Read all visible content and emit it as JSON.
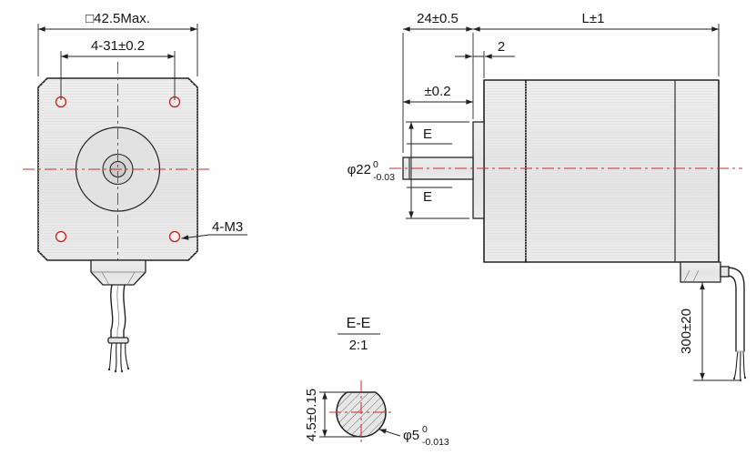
{
  "drawing": {
    "front_view": {
      "outer_square_dim": "□42.5Max.",
      "mounting_hole_spacing_dim": "4-31±0.2",
      "mounting_thread_label": "4-M3"
    },
    "side_view": {
      "shaft_length_dim": "24±0.5",
      "body_length_dim": "L±1",
      "pilot_step_dim": "2",
      "shaft_length_tolerance_dim": "±0.2",
      "section_mark_top": "E",
      "section_mark_bottom": "E",
      "pilot_diameter_dim": "φ22",
      "pilot_diameter_tol_upper": "0",
      "pilot_diameter_tol_lower": "-0.03",
      "lead_wire_length_dim": "300±20"
    },
    "section_view": {
      "title": "E-E",
      "scale": "2:1",
      "flat_height_dim": "4.5±0.15",
      "shaft_diameter_dim": "φ5",
      "shaft_diameter_tol_upper": "0",
      "shaft_diameter_tol_lower": "-0.013"
    },
    "colors": {
      "outline": "#222222",
      "centerline": "#cf2929",
      "hole_accent": "#c02323",
      "metal_fill": "#e8e8e8"
    }
  }
}
